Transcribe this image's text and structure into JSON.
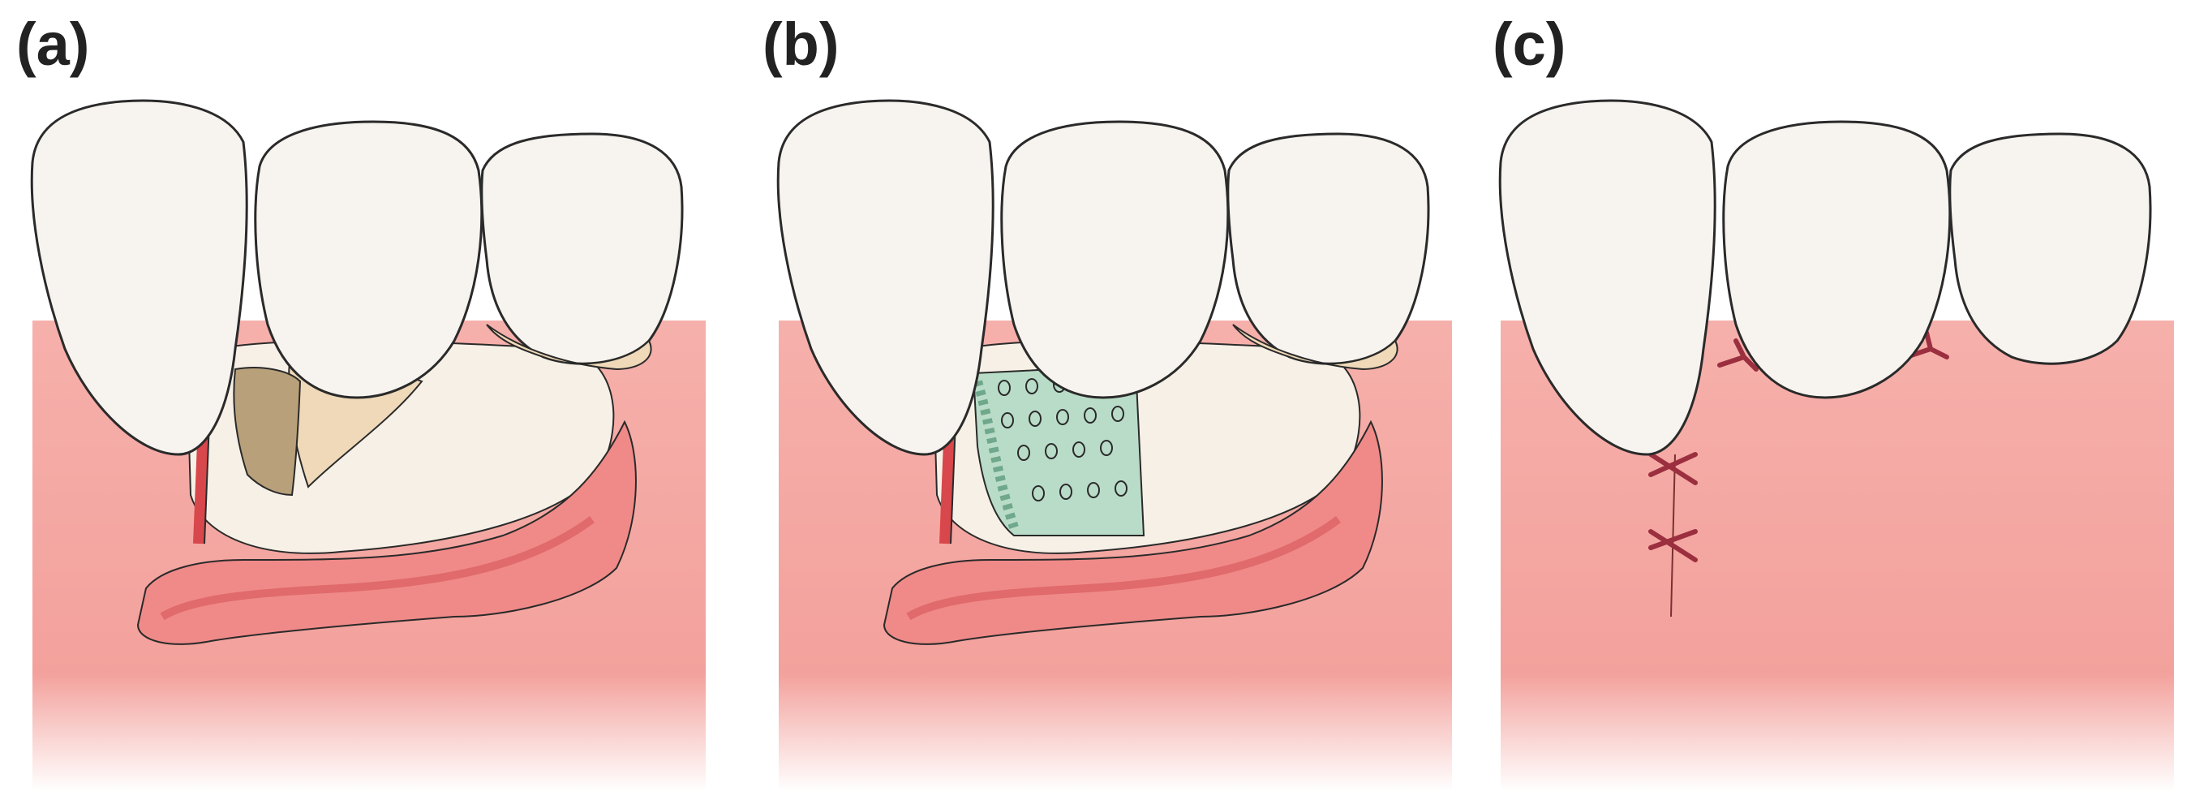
{
  "panels": [
    {
      "label": "(a)",
      "stage": "defect"
    },
    {
      "label": "(b)",
      "stage": "membrane"
    },
    {
      "label": "(c)",
      "stage": "sutured"
    }
  ],
  "colors": {
    "gum": "#f3a6a2",
    "gum_dark": "#e06a6c",
    "flap_edge": "#d8474b",
    "tooth": "#f7f3ee",
    "tooth_outline": "#2a2a2a",
    "bone": "#f7f0e6",
    "root": "#efd9b8",
    "graft": "#b8a07a",
    "membrane": "#b9dcc8",
    "suture": "#9b2f3f",
    "label": "#222222"
  }
}
